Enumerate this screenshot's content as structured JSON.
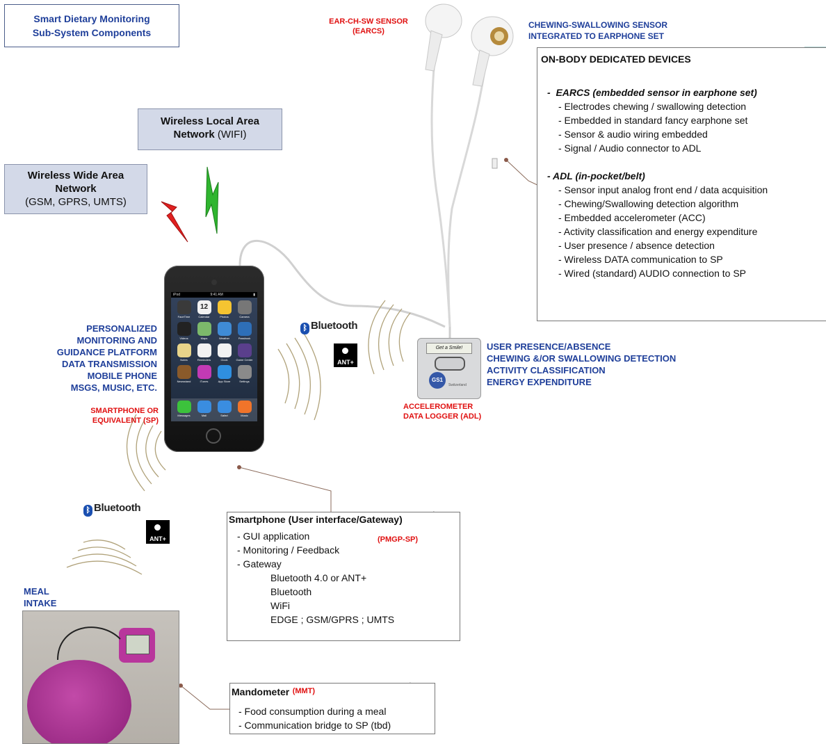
{
  "title_box": {
    "line1": "Smart Dietary Monitoring",
    "line2": "Sub-System Components"
  },
  "networks": {
    "wlan": {
      "bold": "Wireless Local Area Network",
      "normal": "(WIFI)"
    },
    "wwan": {
      "bold": "Wireless Wide Area Network",
      "normal": "(GSM, GPRS, UMTS)"
    }
  },
  "earcs": {
    "red_label_1": "EAR-CH-SW SENSOR",
    "red_label_2": "(EARCS)",
    "blue_label_1": "CHEWING-SWALLOWING SENSOR",
    "blue_label_2": "INTEGRATED TO EARPHONE SET"
  },
  "onbody": {
    "title": "ON-BODY DEDICATED DEVICES",
    "earcs_head": "EARCS (embedded sensor in earphone set)",
    "earcs_items": [
      "- Electrodes chewing / swallowing detection",
      "- Embedded in standard fancy earphone set",
      "- Sensor & audio wiring embedded",
      "- Signal / Audio connector to ADL"
    ],
    "adl_head": "ADL (in-pocket/belt)",
    "adl_items": [
      "- Sensor input analog front end / data acquisition",
      "- Chewing/Swallowing detection algorithm",
      "- Embedded accelerometer (ACC)",
      "- Activity classification and energy expenditure",
      "- User presence / absence detection",
      "- Wireless DATA communication to SP",
      "- Wired (standard) AUDIO connection to SP"
    ]
  },
  "smartphone_labels": {
    "blue": [
      "PERSONALIZED",
      "MONITORING AND",
      "GUIDANCE PLATFORM",
      "DATA TRANSMISSION",
      "MOBILE PHONE",
      "MSGS, MUSIC, ETC."
    ],
    "red": [
      "SMARTPHONE OR",
      "EQUIVALENT (SP)"
    ]
  },
  "phone_screen": {
    "status_left": "iPod",
    "status_time": "9:41 AM",
    "calendar_day": "12",
    "apps": [
      "FaceTime",
      "Calendar",
      "Photos",
      "Camera",
      "Videos",
      "Maps",
      "Weather",
      "Passbook",
      "Notes",
      "Reminders",
      "Clock",
      "Game Center",
      "Newsstand",
      "iTunes",
      "App Store",
      "Settings"
    ],
    "dock": [
      "Messages",
      "Mail",
      "Safari",
      "Music"
    ]
  },
  "bluetooth_label": "Bluetooth",
  "ant_label": "ANT+",
  "adl_device": {
    "screen_text": "Get a Smile!",
    "logo_text": "GS1",
    "logo_sub": "Switzerland"
  },
  "adl_labels": {
    "blue": [
      "USER PRESENCE/ABSENCE",
      "CHEWING &/OR SWALLOWING DETECTION",
      "ACTIVITY CLASSIFICATION",
      "ENERGY EXPENDITURE"
    ],
    "red": [
      "ACCELEROMETER",
      "DATA LOGGER (ADL)"
    ]
  },
  "smartphone_note": {
    "title": "Smartphone (User interface/Gateway)",
    "tag": "(PMGP-SP)",
    "items": [
      "- GUI application",
      "- Monitoring / Feedback",
      "- Gateway"
    ],
    "gateway_items": [
      "Bluetooth 4.0 or ANT+",
      "Bluetooth",
      "WiFi",
      "EDGE ; GSM/GPRS ; UMTS"
    ]
  },
  "meal_label": [
    "MEAL",
    "INTAKE"
  ],
  "mandometer_note": {
    "title": "Mandometer",
    "tag": "(MMT)",
    "items": [
      "- Food consumption during a meal",
      "- Communication bridge to SP (tbd)"
    ]
  },
  "colors": {
    "blue_label": "#1f3f9a",
    "red_label": "#e01010",
    "net_fill": "#d3d9e8",
    "magenta": "#b0329a"
  }
}
